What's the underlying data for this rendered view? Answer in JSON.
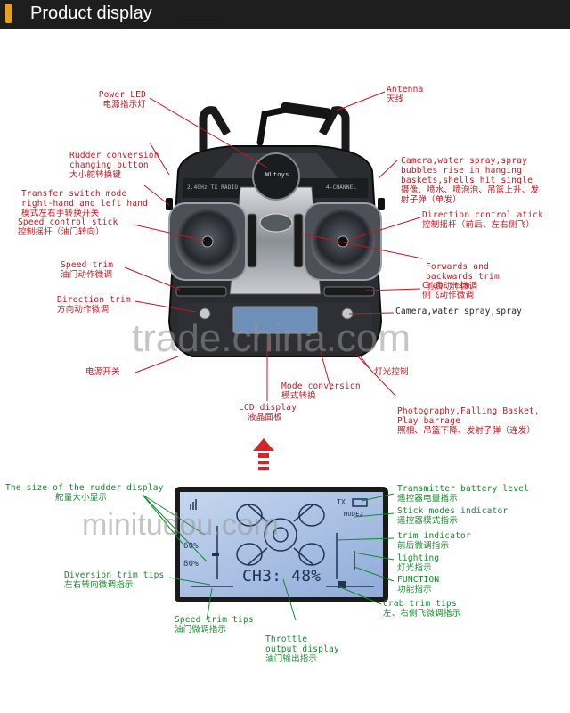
{
  "header": {
    "title": "Product display"
  },
  "controller": {
    "labels": [
      {
        "en": "Power LED",
        "zh": "电源指示灯"
      },
      {
        "en": "Rudder conversion\nchanging button",
        "zh": "大小舵转换键"
      },
      {
        "en": "Transfer switch mode\nright-hand and left hand",
        "zh": "模式左右手转换开关"
      },
      {
        "en": "Speed control stick",
        "zh": "控制摇杆（油门转向）"
      },
      {
        "en": "Speed trim",
        "zh": "油门动作微调"
      },
      {
        "en": "Direction trim",
        "zh": "方向动作微调"
      },
      {
        "en": "",
        "zh": "电源开关"
      },
      {
        "en": "Antenna",
        "zh": "天线"
      },
      {
        "en": "Camera,water spray,spray\nbubbles rise in hanging\nbaskets,shells hit single",
        "zh": "摄像、喷水、喷泡泡、吊篮上升、发\n射子弹（单发）"
      },
      {
        "en": "Direction control atick",
        "zh": "控制摇杆（前后、左右侧飞）"
      },
      {
        "en": "Forwards and\nbackwards trim",
        "zh": "前后动作微调"
      },
      {
        "en": "Crab trim",
        "zh": "侧飞动作微调"
      },
      {
        "en": "Camera,water spray,spray",
        "zh": ""
      },
      {
        "en": "",
        "zh": "灯光控制"
      },
      {
        "en": "Mode conversion",
        "zh": "模式转换"
      },
      {
        "en": "Photography,Falling Basket,\nPlay barrage",
        "zh": "照相、吊篮下降、发射子弹（连发）"
      },
      {
        "en": "LCD display",
        "zh": "液晶面板"
      }
    ],
    "device_text": {
      "brand": "WLtoys",
      "left_panel": "2.4GHz TX RADIO",
      "right_panel": "4-CHANNEL"
    }
  },
  "lcd": {
    "labels": [
      {
        "en": "The size of the rudder display",
        "zh": "舵量大小显示"
      },
      {
        "en": "Diversion trim tips",
        "zh": "左右转向微调指示"
      },
      {
        "en": "Speed trim tips",
        "zh": "油门微调指示"
      },
      {
        "en": "Throttle\noutput display",
        "zh": "油门输出指示"
      },
      {
        "en": "Transmitter battery level",
        "zh": "遥控器电量指示"
      },
      {
        "en": "Stick modes indicator",
        "zh": "遥控器模式指示"
      },
      {
        "en": "trim indicator",
        "zh": "前后微调指示"
      },
      {
        "en": "lighting",
        "zh": "灯光指示"
      },
      {
        "en": "FUNCTION",
        "zh": "功能指示"
      },
      {
        "en": "Crab trim tips",
        "zh": "左、右侧飞微调指示"
      }
    ],
    "screen": {
      "tx": "TX",
      "mode": "MODE2",
      "pct_60": "60%",
      "pct_80": "80%",
      "channel": "CH3: 48%"
    }
  },
  "watermarks": [
    "trade.china.com",
    "minitudou.com"
  ],
  "colors": {
    "accent": "#e8a21a",
    "label_red": "#c0181f",
    "label_green": "#138a2a",
    "lcd_bg": "#a9c1e3"
  }
}
